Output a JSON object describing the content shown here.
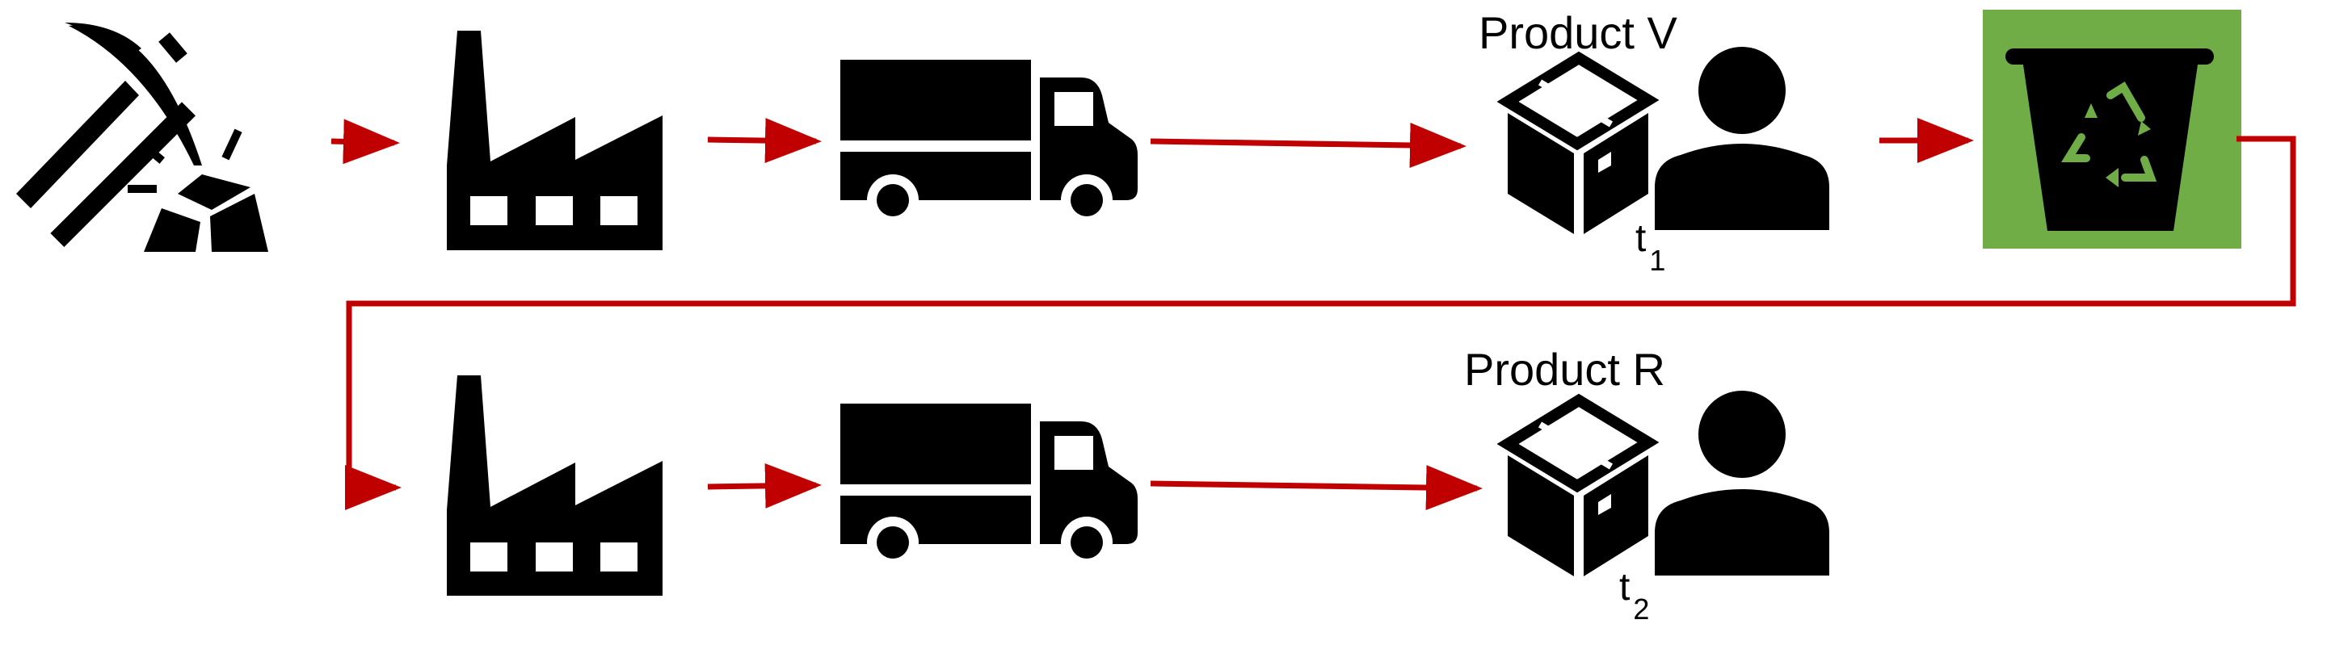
{
  "colors": {
    "arrow": "#c00000",
    "icon": "#000000",
    "recycle_bg": "#70ad47",
    "recycle_symbol": "#70ad47"
  },
  "stages_top": [
    {
      "icon": "mining-pickaxe-icon"
    },
    {
      "icon": "factory-icon"
    },
    {
      "icon": "truck-icon"
    },
    {
      "icon": "box-and-person-icon"
    },
    {
      "icon": "recycle-bin-icon"
    }
  ],
  "stages_bottom": [
    {
      "icon": "factory-icon"
    },
    {
      "icon": "truck-icon"
    },
    {
      "icon": "box-and-person-icon"
    }
  ],
  "labels": {
    "product_v": "Product V",
    "product_r": "Product R",
    "t1": "t",
    "t1_sub": "1",
    "t2": "t",
    "t2_sub": "2"
  }
}
